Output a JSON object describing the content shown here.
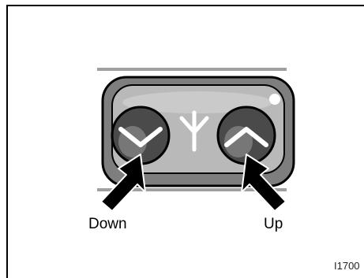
{
  "labels": {
    "down": "Down",
    "up": "Up"
  },
  "figure_code": "I1700",
  "icons": {
    "down_button": "chevron-down-icon",
    "up_button": "chevron-up-icon",
    "antenna": "antenna-icon",
    "arrows": "pointer-arrow-icon"
  },
  "colors": {
    "line": "#000000",
    "switch_body": "#8c8c8c",
    "switch_face": "#b4b4b4",
    "button": "#4a4a4a",
    "gray_band": "#a0a0a0"
  }
}
